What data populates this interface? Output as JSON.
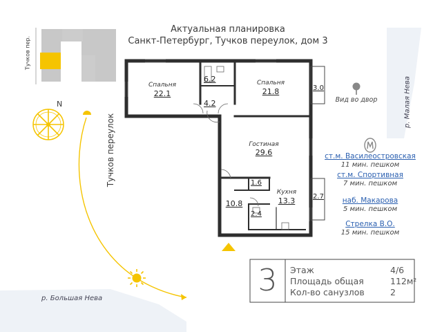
{
  "title": {
    "line1": "Актуальная планировка",
    "line2": "Санкт-Петербург, Тучков переулок, дом 3"
  },
  "map": {
    "lane_label": "Тучков пер.",
    "street_vertical": "Тучков переулок",
    "river_malaya": "р. Малая Нева",
    "river_bolshaya": "р. Большая Нева",
    "north": "N"
  },
  "rooms": [
    {
      "id": "bedroom1",
      "name": "Спальня",
      "area": "22.1"
    },
    {
      "id": "bath",
      "name": "",
      "area": "6.2"
    },
    {
      "id": "hall",
      "name": "",
      "area": "4.2"
    },
    {
      "id": "bedroom2",
      "name": "Спальня",
      "area": "21.8"
    },
    {
      "id": "balcony",
      "name": "",
      "area": "3.0"
    },
    {
      "id": "living",
      "name": "Гостиная",
      "area": "29.6"
    },
    {
      "id": "wc",
      "name": "",
      "area": "1.6"
    },
    {
      "id": "kitchen",
      "name": "Кухня",
      "area": "13.3"
    },
    {
      "id": "corridor",
      "name": "",
      "area": "10.8"
    },
    {
      "id": "small",
      "name": "",
      "area": "2.4"
    },
    {
      "id": "loggia",
      "name": "",
      "area": "2.7"
    }
  ],
  "view_label": "Вид во двор",
  "metro_icon": "metro-m-icon",
  "nearby": [
    {
      "place": "ст.м. Василеостровская",
      "time": "11 мин. пешком",
      "link": true
    },
    {
      "place": "ст.м. Спортивная",
      "time": "7 мин. пешком",
      "link": true
    },
    {
      "place": "наб. Макарова",
      "time": "5 мин. пешком",
      "link": false
    },
    {
      "place": "Стрелка В.О.",
      "time": "15 мин. пешком",
      "link": false
    }
  ],
  "info": {
    "rooms_count": "3",
    "rows": [
      {
        "label": "Этаж",
        "value": "4/6"
      },
      {
        "label": "Площадь общая",
        "value": "112м²"
      },
      {
        "label": "Кол-во санузлов",
        "value": "2"
      }
    ]
  },
  "colors": {
    "accent": "#f5c400",
    "wall": "#333333",
    "river": "#e9eef5",
    "building": "#cfcfcf"
  }
}
